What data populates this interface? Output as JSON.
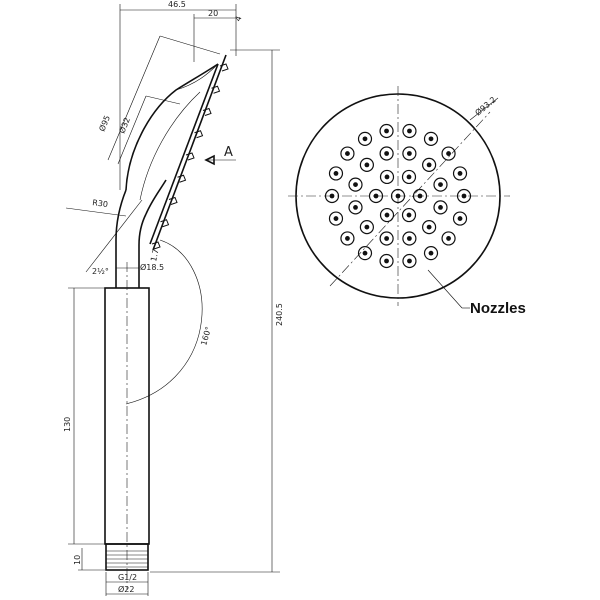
{
  "side_view": {
    "dims": {
      "width_top": "46.5",
      "head_depth": "20",
      "face_offset": "4",
      "face_diameter": "Ø95",
      "inner_diameter": "Ø32",
      "neck_length": "R30",
      "neck_angle": "2½°",
      "neck_diameter": "Ø18.5",
      "nozzle_gap": "1.7",
      "tilt_angle": "160°",
      "overall_length": "240.5",
      "handle_length": "130",
      "thread_length": "10",
      "thread": "G1/2",
      "base_diameter": "Ø22"
    },
    "section_mark": "A"
  },
  "face_view": {
    "diameter": "Ø93.2",
    "callout": "Nozzles",
    "nozzle_count": 37
  }
}
